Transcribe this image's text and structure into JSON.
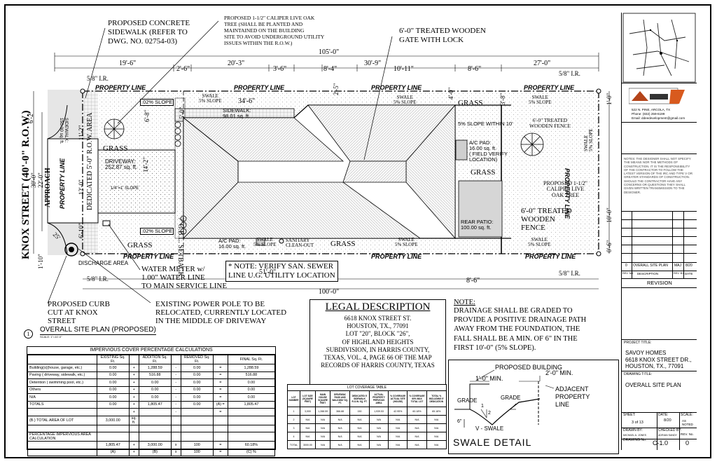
{
  "title_block": {
    "company_address": "522 N. PINE, ARCOLA, TX",
    "company_phone": "Phone: (832) 259-6199",
    "company_email": "Email: ddeedevelopment@gmail.com",
    "general_notes": "NOTES: THE DESIGNER SHALL NOT SPECIFY THE MEANS NOR THE METHODS OF CONSTRUCTION. IT IS THE RESPONSIBILITY OF THE CONTRACTOR TO FOLLOW THE LATEST VERSION OF THE IRC AND TYPE V OR GREATER STANDARDS OF CONSTRUCTION. SHOULD THE CONTRACTOR HAVE ANY CONCERNS OR QUESTIONS THEY SHALL GIVEN WRITTEN TRANSMISSION TO THE DESIGNER.",
    "revision_row": {
      "no": "0",
      "desc": "OVERALL SITE PLAN",
      "by": "MAJ",
      "date": "8/20"
    },
    "revision_headers": {
      "no": "REV. NO.",
      "desc": "DESCRIPTION",
      "by": "REV. BY",
      "date": "DATE"
    },
    "revision_label": "REVISION",
    "project_title_label": "PROJECT TITLE:",
    "project_lines": [
      "SAVOY HOMES",
      "6618 KNOX STREET DR.,",
      "HOUSTON, TX., 77091"
    ],
    "drawing_title_label": "DRAWING TITLE:",
    "drawing_title": "OVERALL SITE PLAN",
    "sheet_label": "SHEET:",
    "sheet_value": "3 of 13",
    "date_label": "DATE:",
    "date_value": "8/20",
    "scale_label": "SCALE:",
    "scale_value": "AS NOTED",
    "drawn_label": "DRAWN BY:",
    "drawn_value": "MICHAEL A. JONES",
    "checked_label": "CHECKED BY:",
    "checked_value": "ADRIAN SANDY",
    "drawing_no_label": "DRAWING No.",
    "drawing_no": "C-1.0",
    "rev_no_label": "REV. No.",
    "rev_no": "0"
  },
  "plan": {
    "street": "KNOX STREET (40'-0\" R.O.W.)",
    "approach": "APPROACH",
    "dedicated": "DEDICATED 5'-0\" R.O.W. AREA",
    "gbl": "7' G.B.L. SETBACK",
    "property_line": "PROPERTY LINE",
    "dims": {
      "d105": "105'-0\"",
      "d19_6": "19'-6\"",
      "d2_6": "2'-6\"",
      "d20_3": "20'-3\"",
      "d3_6": "3'-6\"",
      "d8_4": "8'-4\"",
      "d30_9": "30'-9\"",
      "d10_11": "10'-11\"",
      "d8_6": "8'-6\"",
      "d27_0": "27'-0\"",
      "d34_6": "34'-6\"",
      "d51": "51'-0\"",
      "d8_6b": "8'-6\"",
      "d100": "100'-0\"",
      "d2_5": "2'-5\"",
      "d4_0": "4'-0\"",
      "d30": "30'-0\"",
      "d22": "22'-0\"",
      "d10_0": "10'-0\"",
      "d1_10": "1'-10\"",
      "d6_2": "6'-2\"",
      "d11_2": "11'-2\"",
      "d14_2": "14'-2\"",
      "d12_0": "12'-0\"",
      "d6_10": "6'-10\"",
      "d25": "25'",
      "d5_0": "5'-0\"",
      "d3_8": "3'-8\"",
      "d1_0": "1'-0\"",
      "d0_6": "0'-6\"",
      "d6_8": "6'-8\""
    },
    "labels": {
      "proposed_sidewalk": [
        "PROPOSED CONCRETE",
        "SIDEWALK (REFER TO",
        "DWG. NO. 02754-03)"
      ],
      "live_oak_note": [
        "PROPOSED 1-1/2\" CALIPER LIVE OAK",
        "TREE (SHALL BE PLANTED AND",
        "MAINTAINED ON THE BUILDING",
        "SITE TO AVOID UNDERGROUND UTILITY",
        "ISSUES WITHIN THE R.O.W.)"
      ],
      "gate": [
        "6'-0\" TREATED WOODEN",
        "GATE WITH LOCK"
      ],
      "ir": "5/8\" I.R.",
      "swale_top": [
        "SWALE",
        "5% SLOPE"
      ],
      "sidewalk_area": [
        "SIDEWALK:",
        "98.01 sq. ft."
      ],
      "sidewalk_row": [
        "SIDEWALK:",
        "150.00 sq. ft."
      ],
      "slope": ".02% SLOPE",
      "grass": "GRASS",
      "driveway": [
        "DRIVEWAY:",
        "252.87 sq. ft."
      ],
      "quarter_slope": "1/4\"=1' SLOPE",
      "slope_within": "5% SLOPE WITHIN 10'",
      "fence_small": [
        "6'-0\" TREATED",
        "WOODEN FENCE"
      ],
      "ac_pad_right": [
        "A/C PAD:",
        "16.00 sq. ft.",
        "( FIELD VERIFY",
        "LOCATION)"
      ],
      "live_oak_right": [
        "PROPOSED 1-1/2\"",
        "CALIPER LIVE",
        "OAK TREE"
      ],
      "rear_patio": [
        "REAR PATIO:",
        "100.00 sq. ft."
      ],
      "fence_big": [
        "6'-0\" TREATED",
        "WOODEN",
        "FENCE"
      ],
      "ac_pad_left": [
        "A/C PAD:",
        "16.00 sq. ft."
      ],
      "cleanout": [
        "SANITARY",
        "CLEAN-OUT"
      ],
      "swale_side": [
        "SWALE",
        "5% SLOPE"
      ],
      "discharge": "DISCHARGE AREA",
      "san_note": [
        "* NOTE: VERIFY SAN. SEWER",
        "LINE U.G. UTILITY LOCATION"
      ],
      "water_meter": [
        "WATER METER w/",
        "1.00\" WATER LINE",
        "TO MAIN SERVICE LINE"
      ],
      "power_pole": [
        "EXISTING POWER POLE TO BE",
        "RELOCATED, CURRENTLY LOCATED",
        "IN THE MIDDLE OF DRIVEWAY"
      ],
      "curb_cut": [
        "PROPOSED CURB",
        "CUT AT KNOX",
        "STREET"
      ],
      "plan_number": "1",
      "plan_title": "OVERALL SITE PLAN (PROPOSED)",
      "plan_scale": "SCALE: 1\"=10'-0\""
    }
  },
  "legal": {
    "title": "LEGAL DESCRIPTION",
    "lines": [
      "6618 KNOX STREET ST.",
      "HOUSTON, TX., 77091",
      "LOT \"20\", BLOCK \"26\",",
      "OF HIGHLAND HEIGHTS",
      "SUBDIVISION, IN HARRIS COUNTY,",
      "TEXAS, VOL. 4, PAGE 66 OF THE MAP",
      "RECORDS OF HARRIS COUNTY, TEXAS"
    ]
  },
  "note": {
    "label": "NOTE:",
    "lines": [
      "DRAINAGE SHALL BE GRADED TO",
      "PROVIDE A POSITIVE DRAINAGE PATH",
      "AWAY FROM THE FOUNDATION, THE",
      "FALL SHALL BE A MIN. OF 6\" IN THE",
      "FIRST 10'-0\" (5% SLOPE)."
    ]
  },
  "swale_detail": {
    "title": "SWALE DETAIL",
    "building": "PROPOSED BUILDING",
    "min1": "1'-0\" MIN.",
    "min2": "2'-0\" MIN.",
    "adjacent": [
      "ADJACENT",
      "PROPERTY",
      "LINE"
    ],
    "grade": "GRADE",
    "vswale": "V - SWALE",
    "six": "6\"",
    "one": "1",
    "two": "2"
  },
  "impervious": {
    "title": "IMPERVIOUS COVER PERCENTAGE CALCULATIONS",
    "headers": [
      "",
      "EXISTING Sq. Ft.",
      "",
      "ADDITION Sq. Ft.",
      "",
      "REMOVED Sq. Ft.",
      "",
      "FINAL Sq. Ft."
    ],
    "rows": [
      [
        "Building(s)(house, garage, etc.)",
        "0.00",
        "+",
        "1,288.59",
        "-",
        "0.00",
        "=",
        "1,288.59"
      ],
      [
        "Paving ( driveway, sidewalk, etc.)",
        "0.00",
        "+",
        "516.88",
        "-",
        "0.00",
        "=",
        "516.88"
      ],
      [
        "Detention ( swimming pool, etc.)",
        "0.00",
        "+",
        "0.00",
        "-",
        "0.00",
        "=",
        "0.00"
      ],
      [
        "Others",
        "0.00",
        "+",
        "0.00",
        "-",
        "0.00",
        "=",
        "0.00"
      ],
      [
        "N/A",
        "0.00",
        "+",
        "0.00",
        "-",
        "0.00",
        "=",
        "0.00"
      ],
      [
        "TOTALS",
        "0.00",
        "+",
        "1,805.47",
        "-",
        "0.00",
        "(A) =",
        "1,805.47"
      ],
      [
        "",
        "",
        "+",
        "",
        "-",
        "",
        "=",
        ""
      ],
      [
        "(B.) TOTAL AREA OF LOT",
        "3,000.00",
        "sq. ft.",
        "",
        "",
        "",
        "",
        ""
      ],
      [
        "",
        "",
        "",
        "",
        "",
        "",
        "",
        ""
      ],
      [
        "PERCENTAGE IMPERVIOUS AREA CALCULATION",
        "",
        "",
        "",
        "",
        "",
        "",
        ""
      ],
      [
        "",
        "1,805.47",
        "+",
        "3,000.00",
        "x",
        "100",
        "=",
        "60.18%"
      ],
      [
        "",
        "(A)",
        "+",
        "(B)",
        "x",
        "100",
        "=",
        "(C) %"
      ]
    ]
  },
  "lot_coverage": {
    "title": "LOT COVERAGE TABLE",
    "headers": [
      "LOT NUMBER",
      "LOT SIZE (SQUARE FEET)",
      "MAIN HOUSE SQUARE FEET",
      "DRIVEWAY, PADS AND WALKWAY SQ. FT.",
      "DEDICATED 5' SIDEWALK R.O.W. SQ. FT.",
      "ACTUAL PROPERTY PERVIOUS AREA",
      "% COVERAGE ACTUAL SITE (HOUSE)",
      "% COVERAGE 60% MAX TOTAL LOT",
      "TOTAL % INCLUDING 5' DEDICATION"
    ],
    "rows": [
      [
        "1",
        "3,000",
        "1,288.59",
        "366.88",
        "150",
        "1,939.53",
        "42.95%",
        "60.18%",
        "65.18%"
      ],
      [
        "2",
        "N/A",
        "N/A",
        "N/A",
        "N/A",
        "N/A",
        "N/A",
        "N/A",
        "N/A"
      ],
      [
        "3",
        "N/A",
        "N/A",
        "N/A",
        "N/A",
        "N/A",
        "N/A",
        "N/A",
        "N/A"
      ],
      [
        "4",
        "N/A",
        "N/A",
        "N/A",
        "N/A",
        "N/A",
        "N/A",
        "N/A",
        "N/A"
      ],
      [
        "TOTAL",
        "3000.00",
        "N/A",
        "N/A",
        "N/A",
        "N/A",
        "N/A",
        "N/A",
        "N/A"
      ]
    ]
  }
}
